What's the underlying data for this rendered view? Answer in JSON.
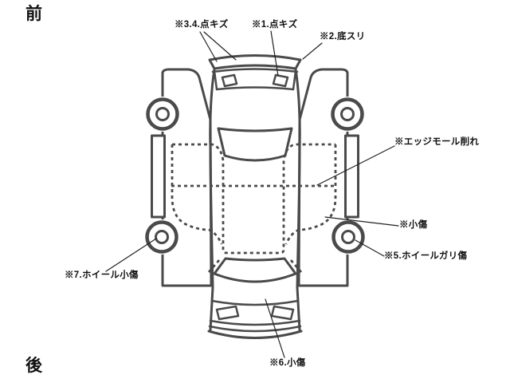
{
  "orientation": {
    "front_label": "前",
    "rear_label": "後"
  },
  "annotations": [
    {
      "id": "scratch-3-4",
      "text": "※3.4.点キズ"
    },
    {
      "id": "scratch-1",
      "text": "※1.点キズ"
    },
    {
      "id": "bottom-scrape-2",
      "text": "※2.底スリ"
    },
    {
      "id": "edge-molding-wear",
      "text": "※エッジモール削れ"
    },
    {
      "id": "small-scratch-side",
      "text": "※小傷"
    },
    {
      "id": "wheel-gouge-5",
      "text": "※5.ホイールガリ傷"
    },
    {
      "id": "wheel-small-scratch-7",
      "text": "※7.ホイール小傷"
    },
    {
      "id": "small-scratch-6",
      "text": "※6.小傷"
    }
  ],
  "colors": {
    "background": "#ffffff",
    "outline": "#4a4a4a",
    "leader_line": "#222222",
    "text": "#111111"
  }
}
